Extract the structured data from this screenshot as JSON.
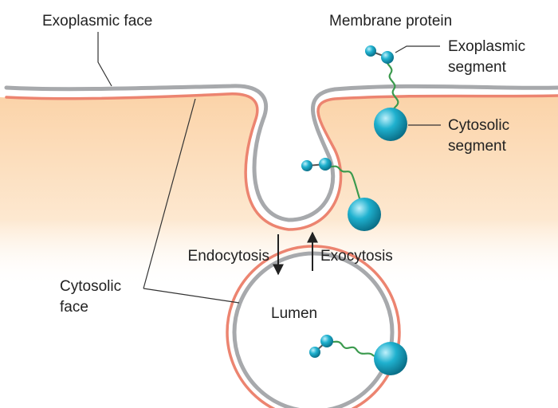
{
  "labels": {
    "exoplasmic_face": "Exoplasmic face",
    "membrane_protein": "Membrane protein",
    "exoplasmic_segment_line1": "Exoplasmic",
    "exoplasmic_segment_line2": "segment",
    "cytosolic_segment_line1": "Cytosolic",
    "cytosolic_segment_line2": "segment",
    "endocytosis": "Endocytosis",
    "exocytosis": "Exocytosis",
    "cytosolic_face_line1": "Cytosolic",
    "cytosolic_face_line2": "face",
    "lumen": "Lumen"
  },
  "colors": {
    "exoplasmic_leaflet": "#a7a9ac",
    "cytosolic_leaflet": "#ec8470",
    "cytosol_fill": "#fbd7b0",
    "protein_ball": "#1aa6c4",
    "protein_coil": "#3b9a4e",
    "arrow": "#222222"
  }
}
